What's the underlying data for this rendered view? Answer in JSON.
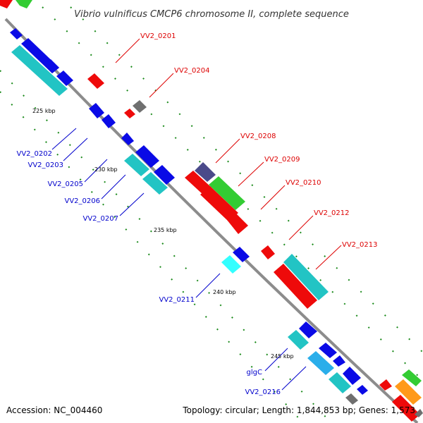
{
  "title": "Vibrio vulnificus CMCP6 chromosome II, complete sequence",
  "accession": "Accession: NC_004460",
  "summary": "Topology: circular; Length: 1,844,853 bp; Genes: 1,573",
  "colors": {
    "backbone": "#8c8c8c",
    "blue": "#0a0ae6",
    "cyan": "#22c4c4",
    "light_cyan": "#33ffff",
    "sky": "#2aaeea",
    "red": "#ee0a0a",
    "gray": "#6f6f6f",
    "slate": "#4a4a8a",
    "green": "#33cc33",
    "orange": "#ff9a1a",
    "tick": "#1a8a1a",
    "label_red": "#dd0000",
    "label_blue": "#0000cc"
  },
  "scale_labels": [
    "225 kbp",
    "230 kbp",
    "235 kbp",
    "240 kbp",
    "245 kbp"
  ],
  "gene_labels": {
    "red": [
      "VV2_0201",
      "VV2_0204",
      "VV2_0208",
      "VV2_0209",
      "VV2_0210",
      "VV2_0212",
      "VV2_0213"
    ],
    "blue": [
      "VV2_0202",
      "VV2_0203",
      "VV2_0205",
      "VV2_0206",
      "VV2_0207",
      "VV2_0211",
      "glgC",
      "VV2_0216"
    ]
  }
}
